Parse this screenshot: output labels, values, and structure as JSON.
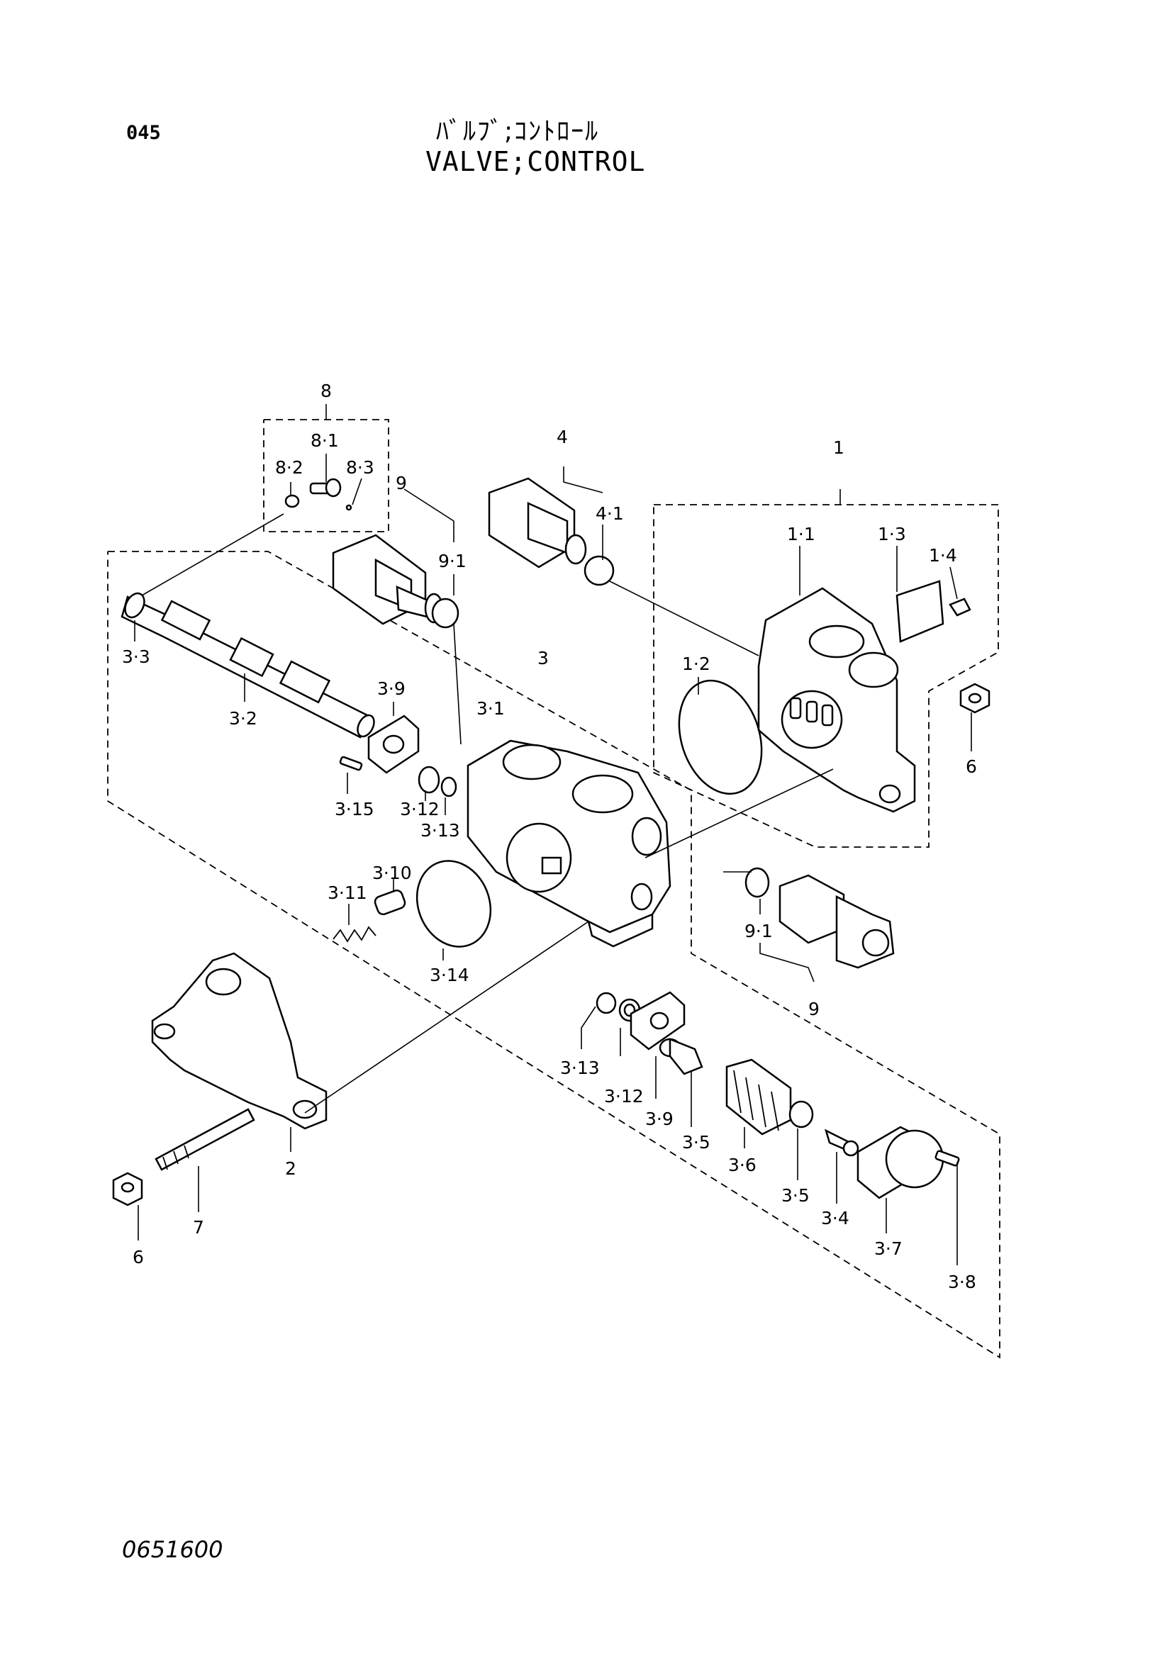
{
  "header": {
    "page_number": "045",
    "title_jp": "ﾊﾞﾙﾌﾞ;ｺﾝﾄﾛｰﾙ",
    "title_en": "VALVE;CONTROL"
  },
  "footer": {
    "drawing_number": "0651600"
  },
  "callouts": {
    "c8": "8",
    "c8_1": "8·1",
    "c8_2": "8·2",
    "c8_3": "8·3",
    "c9_top": "9",
    "c9_1_top": "9·1",
    "c4": "4",
    "c4_1": "4·1",
    "c1": "1",
    "c1_1": "1·1",
    "c1_2": "1·2",
    "c1_3": "1·3",
    "c1_4": "1·4",
    "c6_right": "6",
    "c3_3": "3·3",
    "c3_2": "3·2",
    "c3": "3",
    "c3_1": "3·1",
    "c3_9_top": "3·9",
    "c3_15": "3·15",
    "c3_12_top": "3·12",
    "c3_13_top": "3·13",
    "c3_10": "3·10",
    "c3_11": "3·11",
    "c3_14": "3·14",
    "c9_1_right": "9·1",
    "c9_right": "9",
    "c3_13_bot": "3·13",
    "c3_12_bot": "3·12",
    "c3_9_bot": "3·9",
    "c3_5_a": "3·5",
    "c3_6": "3·6",
    "c3_5_b": "3·5",
    "c3_4": "3·4",
    "c3_7": "3·7",
    "c3_8": "3·8",
    "c2": "2",
    "c7": "7",
    "c6_left": "6"
  }
}
